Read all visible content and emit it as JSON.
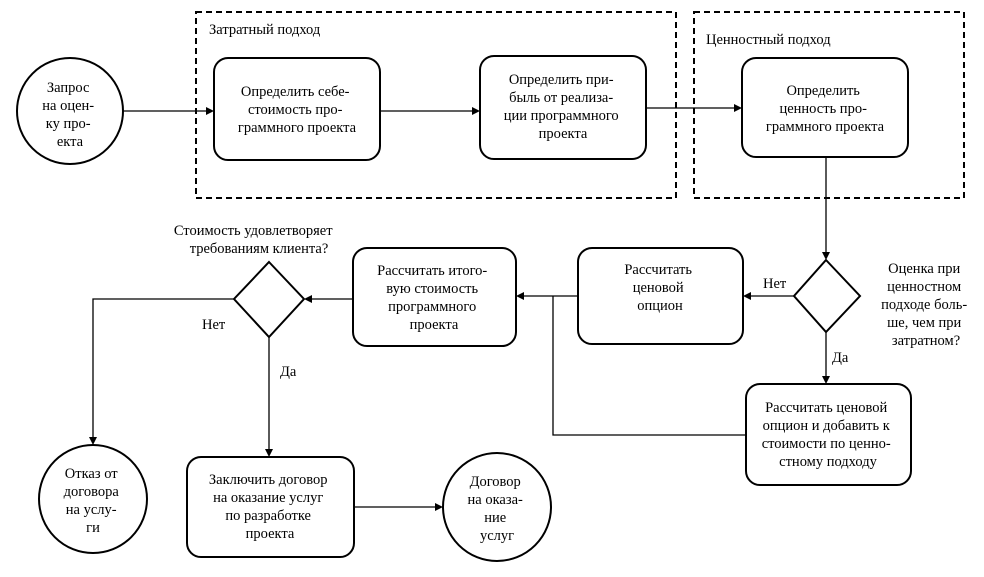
{
  "groups": {
    "cost": "Затратный подход",
    "value": "Ценностный подход"
  },
  "nodes": {
    "start": [
      "Запрос",
      "на оцен-",
      "ку про-",
      "екта"
    ],
    "cost_price": [
      "Определить себе-",
      "стоимость про-",
      "граммного проекта"
    ],
    "profit": [
      "Определить при-",
      "быль от реализа-",
      "ции программного",
      "проекта"
    ],
    "value": [
      "Определить",
      "ценность про-",
      "граммного проекта"
    ],
    "compare_q": [
      "Оценка при",
      "ценностном",
      "подходе боль-",
      "ше, чем при",
      "затратном?"
    ],
    "price_option": [
      "Рассчитать",
      "ценовой",
      "опцион"
    ],
    "price_option_add": [
      "Рассчитать ценовой",
      "опцион и добавить к",
      "стоимости по ценно-",
      "стному подходу"
    ],
    "total": [
      "Рассчитать итого-",
      "вую стоимость",
      "программного",
      "проекта"
    ],
    "client_q": [
      "Стоимость удовлетворяет",
      "требованиям клиента?"
    ],
    "refuse": [
      "Отказ от",
      "договора",
      "на услу-",
      "ги"
    ],
    "contract": [
      "Заключить договор",
      "на оказание услуг",
      "по разработке",
      "проекта"
    ],
    "end": [
      "Договор",
      "на оказа-",
      "ние",
      "услуг"
    ]
  },
  "edge_labels": {
    "compare_no": "Нет",
    "compare_yes": "Да",
    "client_no": "Нет",
    "client_yes": "Да"
  }
}
